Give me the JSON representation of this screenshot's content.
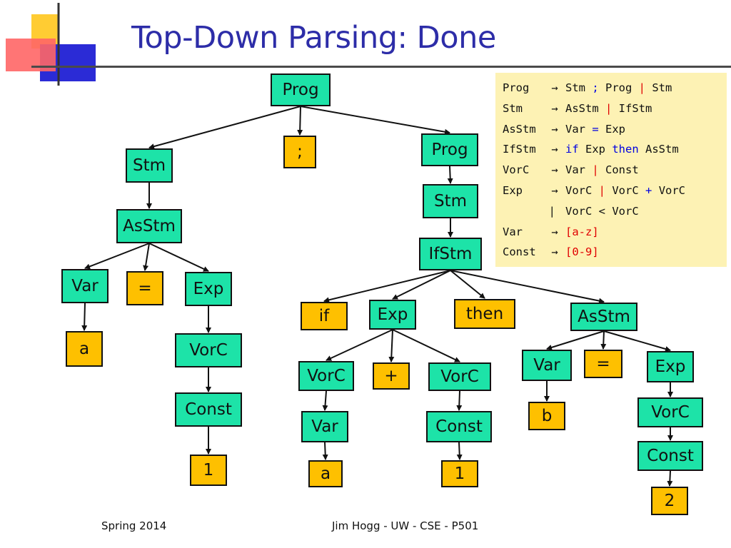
{
  "slide": {
    "title": "Top-Down Parsing: Done",
    "footer_left": "Spring 2014",
    "footer_center": "Jim Hogg - UW - CSE - P501"
  },
  "colors": {
    "nonterminal": "#1de3a8",
    "terminal": "#fec000",
    "title": "#2d2da8",
    "grammar_bg": "#fdf2b4",
    "keyword_blue": "#0000e0",
    "symbol_red": "#e00000"
  },
  "tree": {
    "nodes": [
      {
        "id": "prog_root",
        "label": "Prog",
        "kind": "nonterminal"
      },
      {
        "id": "stm_l",
        "label": "Stm",
        "kind": "nonterminal"
      },
      {
        "id": "semi",
        "label": ";",
        "kind": "terminal"
      },
      {
        "id": "prog_r",
        "label": "Prog",
        "kind": "nonterminal"
      },
      {
        "id": "asstm_l",
        "label": "AsStm",
        "kind": "nonterminal"
      },
      {
        "id": "var_l",
        "label": "Var",
        "kind": "nonterminal"
      },
      {
        "id": "eq_l",
        "label": "=",
        "kind": "terminal"
      },
      {
        "id": "exp_l",
        "label": "Exp",
        "kind": "nonterminal"
      },
      {
        "id": "a_l",
        "label": "a",
        "kind": "terminal"
      },
      {
        "id": "vorc_l",
        "label": "VorC",
        "kind": "nonterminal"
      },
      {
        "id": "const_l",
        "label": "Const",
        "kind": "nonterminal"
      },
      {
        "id": "one_l",
        "label": "1",
        "kind": "terminal"
      },
      {
        "id": "stm_r",
        "label": "Stm",
        "kind": "nonterminal"
      },
      {
        "id": "ifstm",
        "label": "IfStm",
        "kind": "nonterminal"
      },
      {
        "id": "if_t",
        "label": "if",
        "kind": "terminal"
      },
      {
        "id": "exp_m",
        "label": "Exp",
        "kind": "nonterminal"
      },
      {
        "id": "then_t",
        "label": "then",
        "kind": "terminal"
      },
      {
        "id": "asstm_r",
        "label": "AsStm",
        "kind": "nonterminal"
      },
      {
        "id": "vorc_m1",
        "label": "VorC",
        "kind": "nonterminal"
      },
      {
        "id": "plus_t",
        "label": "+",
        "kind": "terminal"
      },
      {
        "id": "vorc_m2",
        "label": "VorC",
        "kind": "nonterminal"
      },
      {
        "id": "var_m",
        "label": "Var",
        "kind": "nonterminal"
      },
      {
        "id": "a_m",
        "label": "a",
        "kind": "terminal"
      },
      {
        "id": "const_m",
        "label": "Const",
        "kind": "nonterminal"
      },
      {
        "id": "one_m",
        "label": "1",
        "kind": "terminal"
      },
      {
        "id": "var_r",
        "label": "Var",
        "kind": "nonterminal"
      },
      {
        "id": "eq_r",
        "label": "=",
        "kind": "terminal"
      },
      {
        "id": "exp_r",
        "label": "Exp",
        "kind": "nonterminal"
      },
      {
        "id": "b_r",
        "label": "b",
        "kind": "terminal"
      },
      {
        "id": "vorc_r",
        "label": "VorC",
        "kind": "nonterminal"
      },
      {
        "id": "const_r",
        "label": "Const",
        "kind": "nonterminal"
      },
      {
        "id": "two_r",
        "label": "2",
        "kind": "terminal"
      }
    ],
    "edges": [
      [
        "prog_root",
        "stm_l"
      ],
      [
        "prog_root",
        "semi"
      ],
      [
        "prog_root",
        "prog_r"
      ],
      [
        "stm_l",
        "asstm_l"
      ],
      [
        "asstm_l",
        "var_l"
      ],
      [
        "asstm_l",
        "eq_l"
      ],
      [
        "asstm_l",
        "exp_l"
      ],
      [
        "var_l",
        "a_l"
      ],
      [
        "exp_l",
        "vorc_l"
      ],
      [
        "vorc_l",
        "const_l"
      ],
      [
        "const_l",
        "one_l"
      ],
      [
        "prog_r",
        "stm_r"
      ],
      [
        "stm_r",
        "ifstm"
      ],
      [
        "ifstm",
        "if_t"
      ],
      [
        "ifstm",
        "exp_m"
      ],
      [
        "ifstm",
        "then_t"
      ],
      [
        "ifstm",
        "asstm_r"
      ],
      [
        "exp_m",
        "vorc_m1"
      ],
      [
        "exp_m",
        "plus_t"
      ],
      [
        "exp_m",
        "vorc_m2"
      ],
      [
        "vorc_m1",
        "var_m"
      ],
      [
        "var_m",
        "a_m"
      ],
      [
        "vorc_m2",
        "const_m"
      ],
      [
        "const_m",
        "one_m"
      ],
      [
        "asstm_r",
        "var_r"
      ],
      [
        "asstm_r",
        "eq_r"
      ],
      [
        "asstm_r",
        "exp_r"
      ],
      [
        "var_r",
        "b_r"
      ],
      [
        "exp_r",
        "vorc_r"
      ],
      [
        "vorc_r",
        "const_r"
      ],
      [
        "const_r",
        "two_r"
      ]
    ]
  },
  "grammar": {
    "arrow": "→",
    "rows": [
      {
        "lhs": "Prog",
        "rhs": [
          {
            "t": "Stm "
          },
          {
            "t": ";",
            "c": "blue"
          },
          {
            "t": " Prog "
          },
          {
            "t": "|",
            "c": "red"
          },
          {
            "t": " Stm"
          }
        ]
      },
      {
        "lhs": "Stm",
        "rhs": [
          {
            "t": "AsStm "
          },
          {
            "t": "|",
            "c": "red"
          },
          {
            "t": " IfStm"
          }
        ]
      },
      {
        "lhs": "AsStm",
        "rhs": [
          {
            "t": "Var "
          },
          {
            "t": "=",
            "c": "blue"
          },
          {
            "t": " Exp"
          }
        ]
      },
      {
        "lhs": "IfStm",
        "rhs": [
          {
            "t": "if",
            "c": "blue"
          },
          {
            "t": " Exp "
          },
          {
            "t": "then",
            "c": "blue"
          },
          {
            "t": " AsStm"
          }
        ]
      },
      {
        "lhs": "VorC",
        "rhs": [
          {
            "t": "Var "
          },
          {
            "t": "|",
            "c": "red"
          },
          {
            "t": " Const"
          }
        ]
      },
      {
        "lhs": "Exp",
        "rhs": [
          {
            "t": "VorC "
          },
          {
            "t": "|",
            "c": "red"
          },
          {
            "t": " VorC "
          },
          {
            "t": "+",
            "c": "blue"
          },
          {
            "t": " VorC"
          }
        ]
      },
      {
        "cont": "|",
        "rhs": [
          {
            "t": "VorC < VorC"
          }
        ]
      },
      {
        "lhs": "Var",
        "rhs": [
          {
            "t": "[a-z]",
            "c": "red"
          }
        ]
      },
      {
        "lhs": "Const",
        "rhs": [
          {
            "t": "[0-9]",
            "c": "red"
          }
        ]
      }
    ]
  }
}
